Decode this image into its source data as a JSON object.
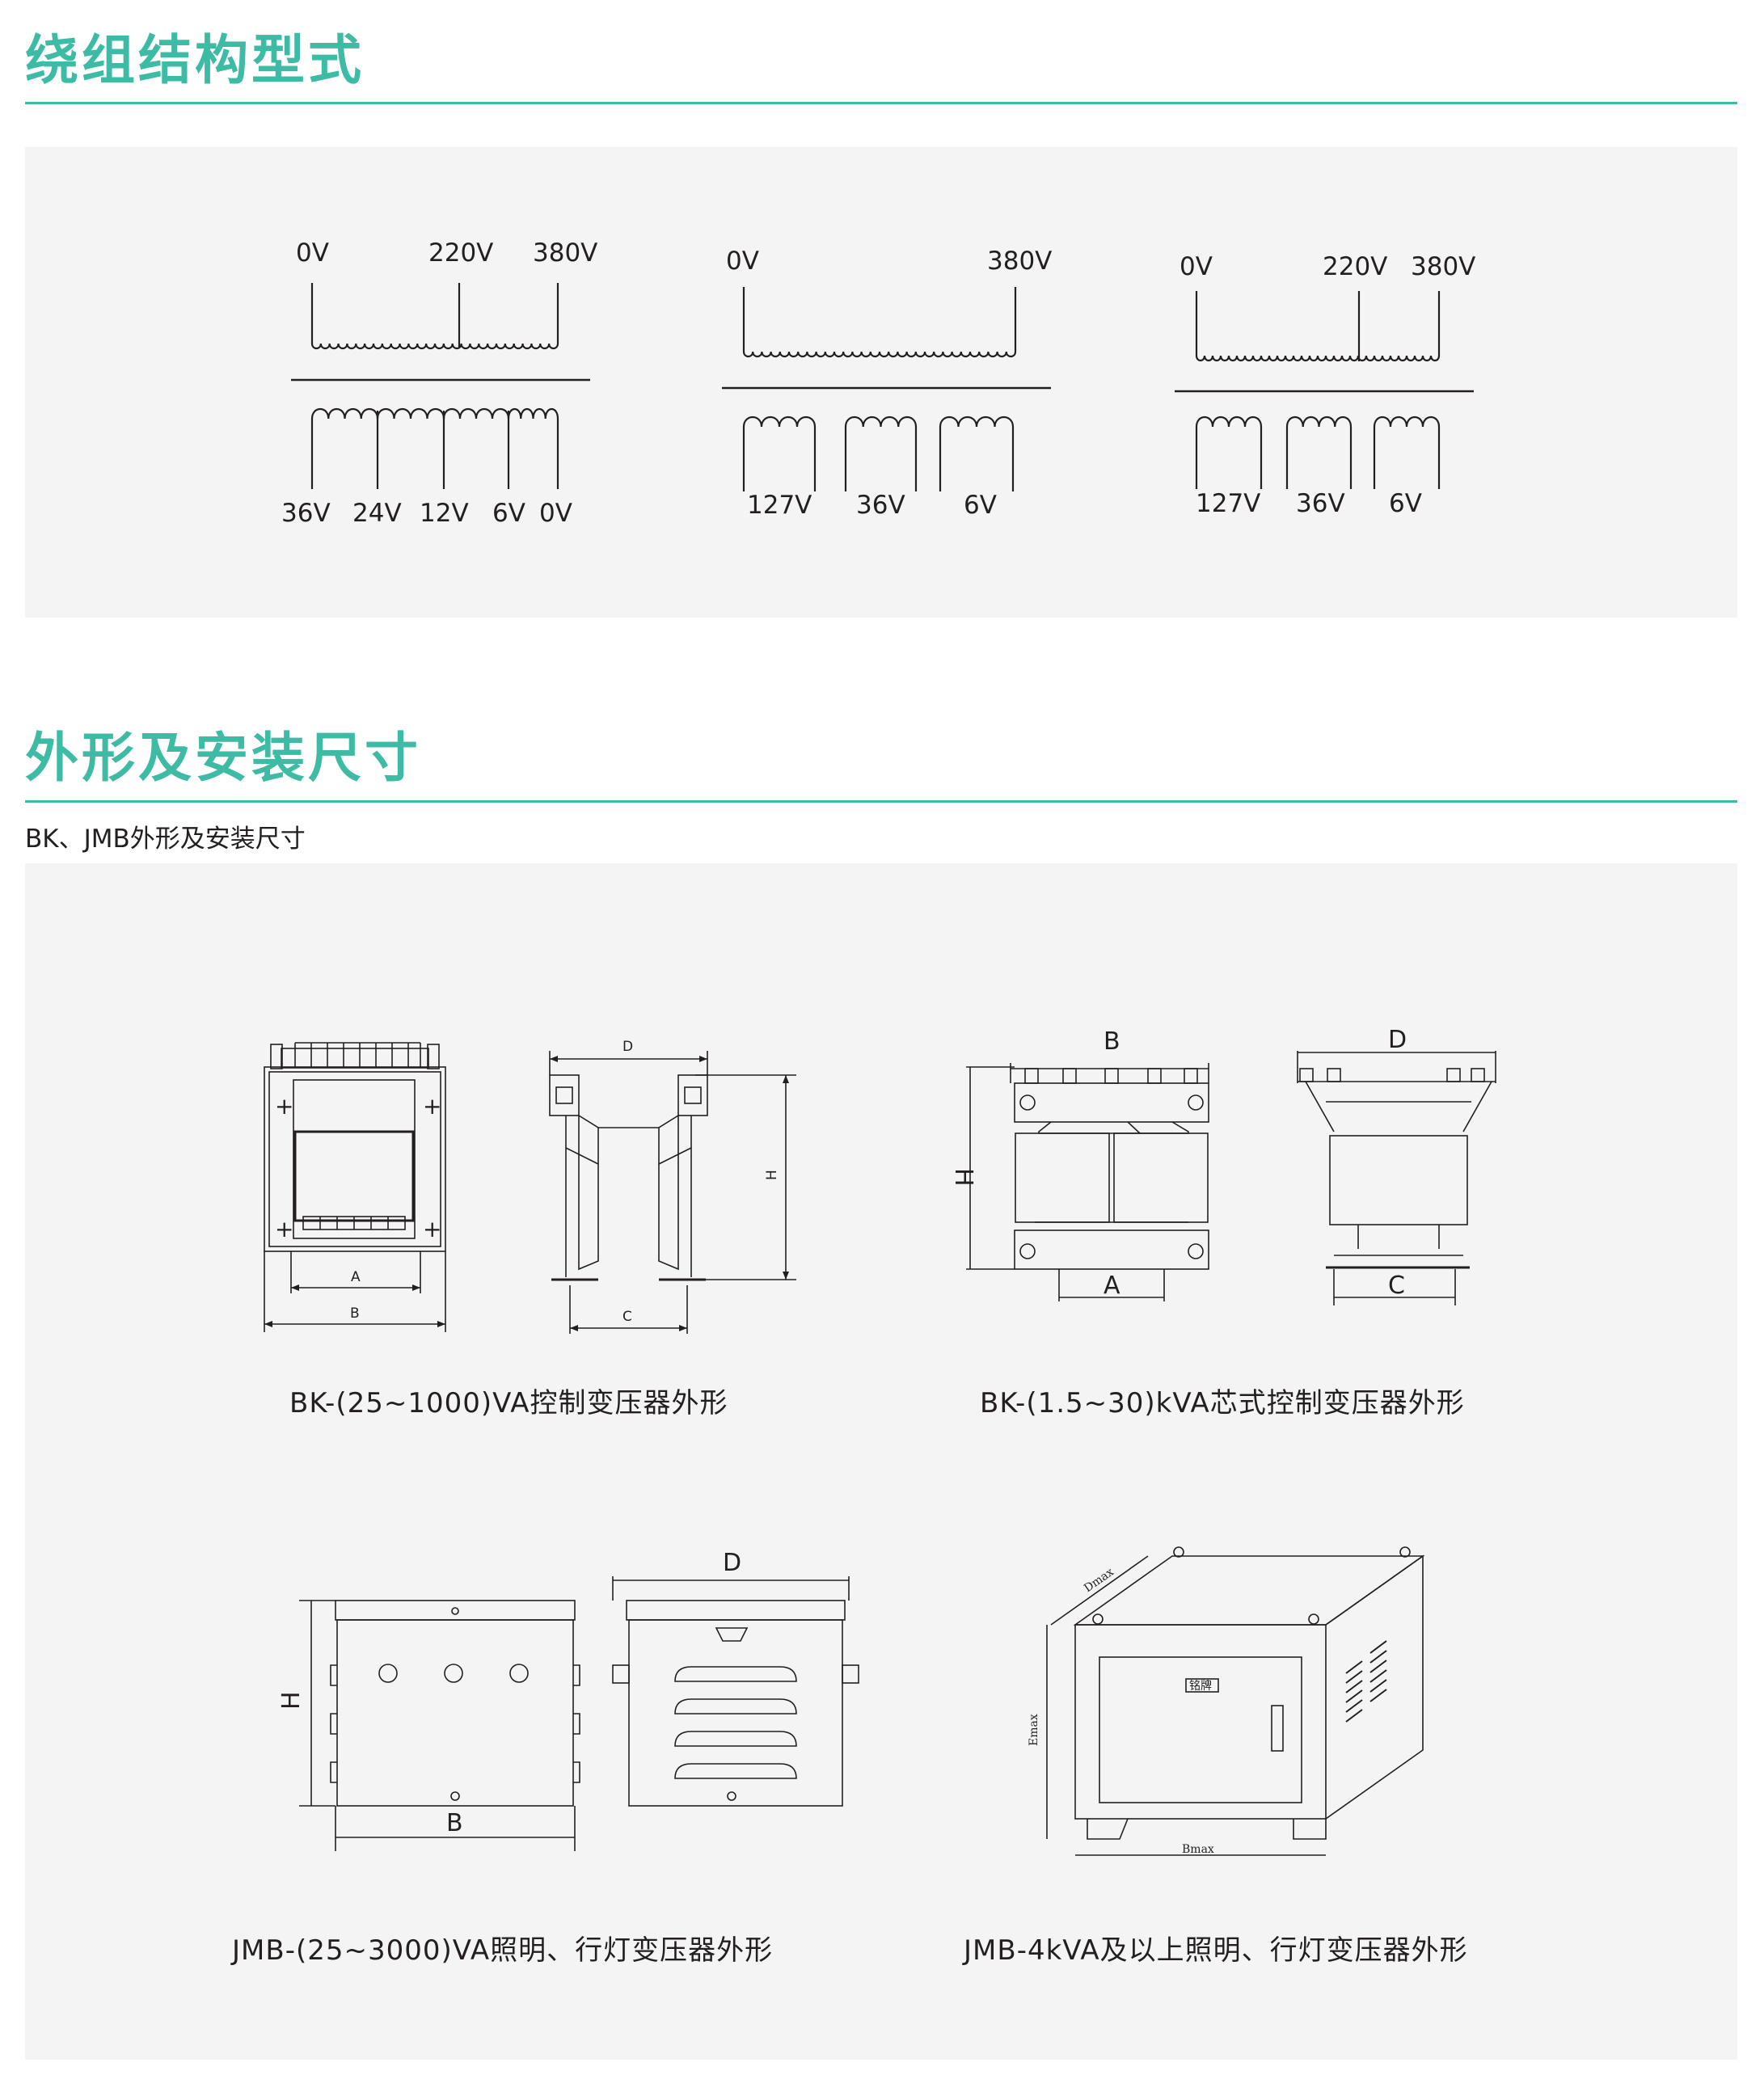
{
  "sections": {
    "winding": {
      "title": "绕组结构型式"
    },
    "dimensions": {
      "title": "外形及安装尺寸",
      "subtitle": "BK、JMB外形及安装尺寸"
    }
  },
  "winding_diagrams": [
    {
      "primary_taps": [
        "0V",
        "220V",
        "380V"
      ],
      "secondary_taps": [
        "36V",
        "24V",
        "12V",
        "6V",
        "0V"
      ]
    },
    {
      "primary_taps": [
        "0V",
        "380V"
      ],
      "secondary_taps": [
        "127V",
        "36V",
        "6V"
      ]
    },
    {
      "primary_taps": [
        "0V",
        "220V",
        "380V"
      ],
      "secondary_taps": [
        "127V",
        "36V",
        "6V"
      ]
    }
  ],
  "drawings": [
    {
      "caption": "BK-(25~1000)VA控制变压器外形",
      "dims": {
        "a": "A",
        "b": "B",
        "c": "C",
        "d": "D",
        "h": "H"
      }
    },
    {
      "caption": "BK-(1.5~30)kVA芯式控制变压器外形",
      "dims": {
        "a": "A",
        "b": "B",
        "c": "C",
        "d": "D",
        "h": "H"
      }
    },
    {
      "caption": "JMB-(25~3000)VA照明、行灯变压器外形",
      "dims": {
        "b": "B",
        "d": "D",
        "h": "H"
      }
    },
    {
      "caption": "JMB-4kVA及以上照明、行灯变压器外形",
      "dims": {
        "dmax": "Dmax",
        "bmax": "Bmax",
        "emax": "Emax",
        "plate": "铭牌"
      }
    }
  ],
  "colors": {
    "accent": "#3dbba4",
    "panel": "#f4f4f4",
    "ink": "#231f20"
  }
}
